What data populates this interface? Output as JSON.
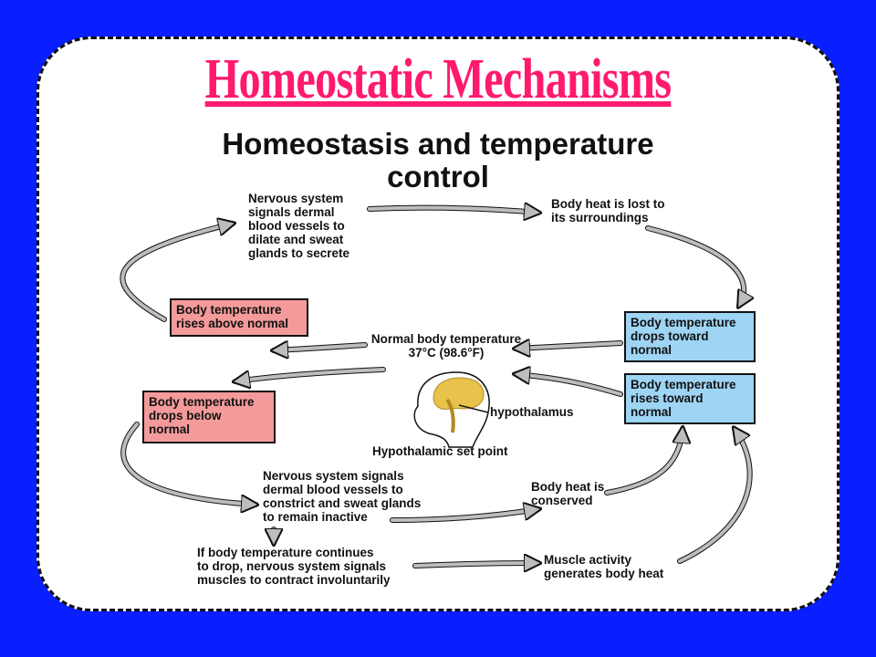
{
  "slide_title": "Homeostatic Mechanisms",
  "figure_title": "Homeostasis and temperature\ncontrol",
  "labels": {
    "nervous_dilate": "Nervous system\nsignals dermal\nblood vessels to\ndilate and sweat\nglands to secrete",
    "heat_lost": "Body heat is lost to\nits surroundings",
    "normal_temp": "Normal body temperature\n37°C (98.6°F)",
    "hypothalamus": "hypothalamus",
    "set_point": "Hypothalamic set point",
    "nervous_constrict": "Nervous system signals\ndermal blood vessels to\nconstrict and sweat glands\nto remain inactive",
    "heat_conserved": "Body heat is\nconserved",
    "continue_drop": "If body temperature continues\nto drop, nervous system signals\nmuscles to contract involuntarily",
    "muscle_heat": "Muscle activity\ngenerates body heat"
  },
  "boxes": {
    "rises_above": "Body temperature\nrises above normal",
    "drops_below": "Body temperature\ndrops below\nnormal",
    "drops_toward": "Body temperature\ndrops toward\nnormal",
    "rises_toward": "Body temperature\nrises toward\nnormal"
  },
  "colors": {
    "background": "#0a1fff",
    "title": "#ff1a6e",
    "red_box": "#f49a9a",
    "blue_box": "#9ed4f4",
    "arrow": "#bdbdbd",
    "brain": "#e8c24a"
  }
}
